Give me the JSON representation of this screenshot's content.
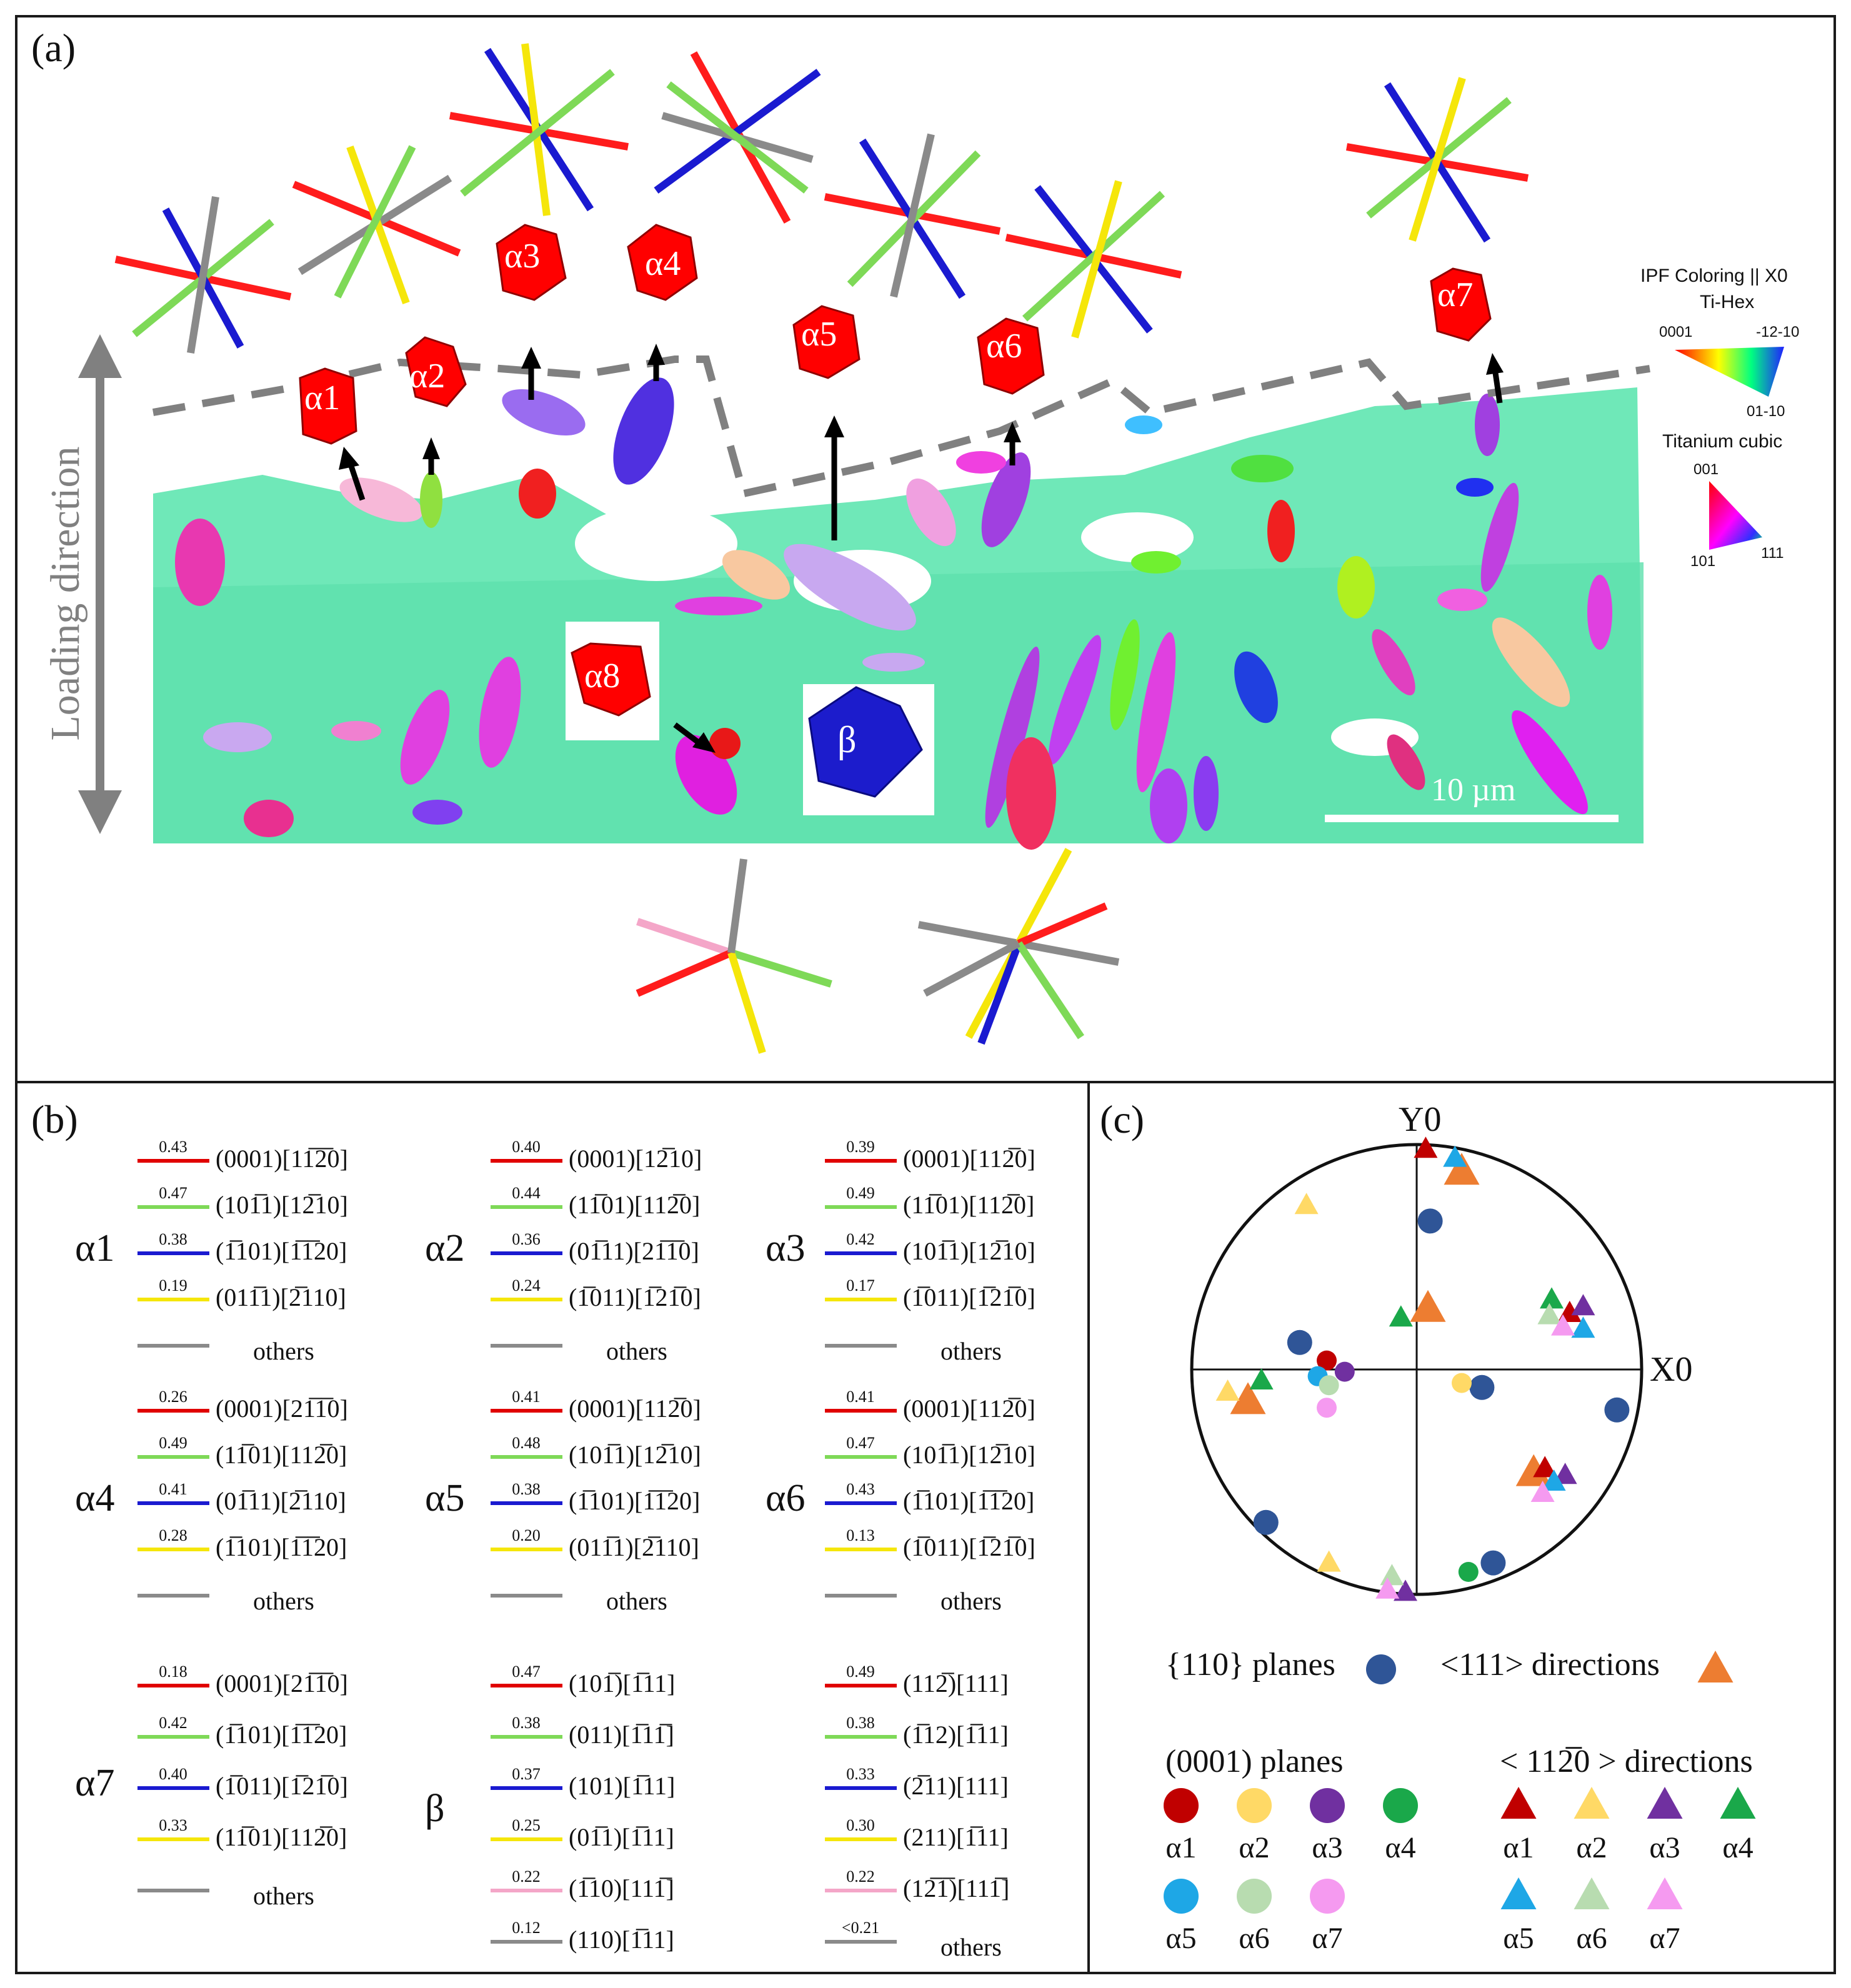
{
  "figure": {
    "panel_a": {
      "label": "(a)",
      "loading_direction": "Loading direction",
      "scale_bar": "10 µm",
      "grains": [
        "α1",
        "α2",
        "α3",
        "α4",
        "α5",
        "α6",
        "α7",
        "α8",
        "β"
      ],
      "ipf_legend": {
        "title": "IPF Coloring || X0",
        "hex_title": "Ti-Hex",
        "hex_labels": [
          "0001",
          "-12-10",
          "01-10"
        ],
        "cubic_title": "Titanium cubic",
        "cubic_labels": [
          "001",
          "101",
          "111"
        ]
      }
    },
    "panel_b": {
      "label": "(b)",
      "groups": [
        {
          "name": "α1",
          "rows": [
            {
              "sf": "0.43",
              "text": "(0001)[11̅2̅0]",
              "color": "#e00000"
            },
            {
              "sf": "0.47",
              "text": "(101̅1)[12̅10]",
              "color": "#7ed957"
            },
            {
              "sf": "0.38",
              "text": "(1̅101)[1̅1̅20]",
              "color": "#1a1ad0"
            },
            {
              "sf": "0.19",
              "text": "(011̅1)[2̅110]",
              "color": "#f5e60a"
            },
            {
              "sf": "",
              "text": "others",
              "color": "#8a8a8a"
            }
          ]
        },
        {
          "name": "α2",
          "rows": [
            {
              "sf": "0.40",
              "text": "(0001)[12̅10]",
              "color": "#e00000"
            },
            {
              "sf": "0.44",
              "text": "(11̅01)[112̅0]",
              "color": "#7ed957"
            },
            {
              "sf": "0.36",
              "text": "(01̅11)[21̅1̅0]",
              "color": "#1a1ad0"
            },
            {
              "sf": "0.24",
              "text": "(1̅011)[1̅21̅0]",
              "color": "#f5e60a"
            },
            {
              "sf": "",
              "text": "others",
              "color": "#8a8a8a"
            }
          ]
        },
        {
          "name": "α3",
          "rows": [
            {
              "sf": "0.39",
              "text": "(0001)[112̅0]",
              "color": "#e00000"
            },
            {
              "sf": "0.49",
              "text": "(11̅01)[112̅0]",
              "color": "#7ed957"
            },
            {
              "sf": "0.42",
              "text": "(101̅1)[12̅10]",
              "color": "#1a1ad0"
            },
            {
              "sf": "0.17",
              "text": "(1̅011)[1̅21̅0]",
              "color": "#f5e60a"
            },
            {
              "sf": "",
              "text": "others",
              "color": "#8a8a8a"
            }
          ]
        },
        {
          "name": "α4",
          "rows": [
            {
              "sf": "0.26",
              "text": "(0001)[21̅1̅0]",
              "color": "#e00000"
            },
            {
              "sf": "0.49",
              "text": "(11̅01)[112̅0]",
              "color": "#7ed957"
            },
            {
              "sf": "0.41",
              "text": "(01̅11)[2̅110]",
              "color": "#1a1ad0"
            },
            {
              "sf": "0.28",
              "text": "(1̅101)[1̅1̅20]",
              "color": "#f5e60a"
            },
            {
              "sf": "",
              "text": "others",
              "color": "#8a8a8a"
            }
          ]
        },
        {
          "name": "α5",
          "rows": [
            {
              "sf": "0.41",
              "text": "(0001)[112̅0]",
              "color": "#e00000"
            },
            {
              "sf": "0.48",
              "text": "(101̅1)[12̅10]",
              "color": "#7ed957"
            },
            {
              "sf": "0.38",
              "text": "(1̅101)[1̅1̅20]",
              "color": "#1a1ad0"
            },
            {
              "sf": "0.20",
              "text": "(011̅1)[2̅110]",
              "color": "#f5e60a"
            },
            {
              "sf": "",
              "text": "others",
              "color": "#8a8a8a"
            }
          ]
        },
        {
          "name": "α6",
          "rows": [
            {
              "sf": "0.41",
              "text": "(0001)[112̅0]",
              "color": "#e00000"
            },
            {
              "sf": "0.47",
              "text": "(101̅1)[12̅10]",
              "color": "#7ed957"
            },
            {
              "sf": "0.43",
              "text": "(1̅101)[1̅1̅20]",
              "color": "#1a1ad0"
            },
            {
              "sf": "0.13",
              "text": "(1̅011)[1̅21̅0]",
              "color": "#f5e60a"
            },
            {
              "sf": "",
              "text": "others",
              "color": "#8a8a8a"
            }
          ]
        },
        {
          "name": "α7",
          "rows": [
            {
              "sf": "0.18",
              "text": "(0001)[21̅1̅0]",
              "color": "#e00000"
            },
            {
              "sf": "0.42",
              "text": "(1̅101)[1̅1̅20]",
              "color": "#7ed957"
            },
            {
              "sf": "0.40",
              "text": "(1̅011)[1̅21̅0]",
              "color": "#1a1ad0"
            },
            {
              "sf": "0.33",
              "text": "(11̅01)[112̅0]",
              "color": "#f5e60a"
            },
            {
              "sf": "",
              "text": "others",
              "color": "#8a8a8a"
            }
          ]
        },
        {
          "name": "β",
          "rows": [
            {
              "sf": "0.47",
              "text": "(101̅)[1̅11]",
              "color": "#e00000"
            },
            {
              "sf": "0.38",
              "text": "(011)[1̅11̅]",
              "color": "#7ed957"
            },
            {
              "sf": "0.37",
              "text": "(101)[1̅11]",
              "color": "#1a1ad0"
            },
            {
              "sf": "0.25",
              "text": "(01̅1)[1̅11]",
              "color": "#f5e60a"
            },
            {
              "sf": "0.22",
              "text": "(1̅10)[111̅]",
              "color": "#f4a6c8"
            },
            {
              "sf": "0.12",
              "text": "(110)[1̅11]",
              "color": "#8a8a8a"
            }
          ]
        },
        {
          "name": "",
          "rows": [
            {
              "sf": "0.49",
              "text": "(112̅)[111]",
              "color": "#e00000"
            },
            {
              "sf": "0.38",
              "text": "(1̅12)[1̅11]",
              "color": "#7ed957"
            },
            {
              "sf": "0.33",
              "text": "(2̅11)[111]",
              "color": "#1a1ad0"
            },
            {
              "sf": "0.30",
              "text": "(211)[1̅11]",
              "color": "#f5e60a"
            },
            {
              "sf": "0.22",
              "text": "(12̅1̅)[111̅]",
              "color": "#f4a6c8"
            },
            {
              "sf": "<0.21",
              "text": "others",
              "color": "#8a8a8a"
            }
          ]
        }
      ]
    },
    "panel_c": {
      "label": "(c)",
      "y_axis": "Y0",
      "x_axis": "X0",
      "legend_planes": "{110} planes",
      "legend_directions": "<111> directions",
      "title_0001": "(0001) planes",
      "title_1120": "< 112̅0 > directions",
      "grain_keys": [
        "α1",
        "α2",
        "α3",
        "α4",
        "α5",
        "α6",
        "α7"
      ],
      "grain_colors": {
        "α1": "#c00000",
        "α2": "#ffd966",
        "α3": "#7030a0",
        "α4": "#1aa84a",
        "α5": "#1ea7e6",
        "α6": "#b8dcb0",
        "α7": "#f59af0"
      },
      "beta_planes_color": "#2f5597",
      "beta_dirs_color": "#ed7d31",
      "points_110": [
        {
          "x": 0.06,
          "y": 0.66
        },
        {
          "x": -0.52,
          "y": 0.12
        },
        {
          "x": 0.29,
          "y": -0.08
        },
        {
          "x": 0.89,
          "y": -0.18
        },
        {
          "x": -0.67,
          "y": -0.68
        },
        {
          "x": 0.34,
          "y": -0.86
        }
      ],
      "points_111": [
        {
          "x": 0.2,
          "y": 0.88
        },
        {
          "x": 0.05,
          "y": 0.27
        },
        {
          "x": -0.75,
          "y": -0.14
        },
        {
          "x": 0.52,
          "y": -0.46
        }
      ],
      "points_0001": [
        {
          "grain": "α1",
          "x": -0.4,
          "y": 0.04
        },
        {
          "grain": "α2",
          "x": 0.2,
          "y": -0.06
        },
        {
          "grain": "α3",
          "x": -0.32,
          "y": -0.01
        },
        {
          "grain": "α4",
          "x": 0.23,
          "y": -0.9
        },
        {
          "grain": "α5",
          "x": -0.44,
          "y": -0.03
        },
        {
          "grain": "α6",
          "x": -0.39,
          "y": -0.07
        },
        {
          "grain": "α7",
          "x": -0.4,
          "y": -0.17
        }
      ],
      "points_1120": [
        {
          "grain": "α1",
          "x": 0.04,
          "y": 0.98
        },
        {
          "grain": "α1",
          "x": 0.68,
          "y": 0.25
        },
        {
          "grain": "α1",
          "x": 0.57,
          "y": -0.44
        },
        {
          "grain": "α2",
          "x": -0.49,
          "y": 0.73
        },
        {
          "grain": "α2",
          "x": -0.84,
          "y": -0.1
        },
        {
          "grain": "α2",
          "x": -0.39,
          "y": -0.86
        },
        {
          "grain": "α3",
          "x": 0.74,
          "y": 0.28
        },
        {
          "grain": "α3",
          "x": 0.66,
          "y": -0.47
        },
        {
          "grain": "α3",
          "x": -0.05,
          "y": -0.99
        },
        {
          "grain": "α4",
          "x": 0.6,
          "y": 0.31
        },
        {
          "grain": "α4",
          "x": -0.07,
          "y": 0.23
        },
        {
          "grain": "α4",
          "x": -0.69,
          "y": -0.05
        },
        {
          "grain": "α5",
          "x": 0.17,
          "y": 0.94
        },
        {
          "grain": "α5",
          "x": 0.74,
          "y": 0.18
        },
        {
          "grain": "α5",
          "x": 0.61,
          "y": -0.5
        },
        {
          "grain": "α6",
          "x": 0.59,
          "y": 0.24
        },
        {
          "grain": "α6",
          "x": -0.11,
          "y": -0.92
        },
        {
          "grain": "α7",
          "x": 0.65,
          "y": 0.19
        },
        {
          "grain": "α7",
          "x": 0.56,
          "y": -0.55
        },
        {
          "grain": "α7",
          "x": -0.13,
          "y": -0.98
        }
      ]
    }
  }
}
